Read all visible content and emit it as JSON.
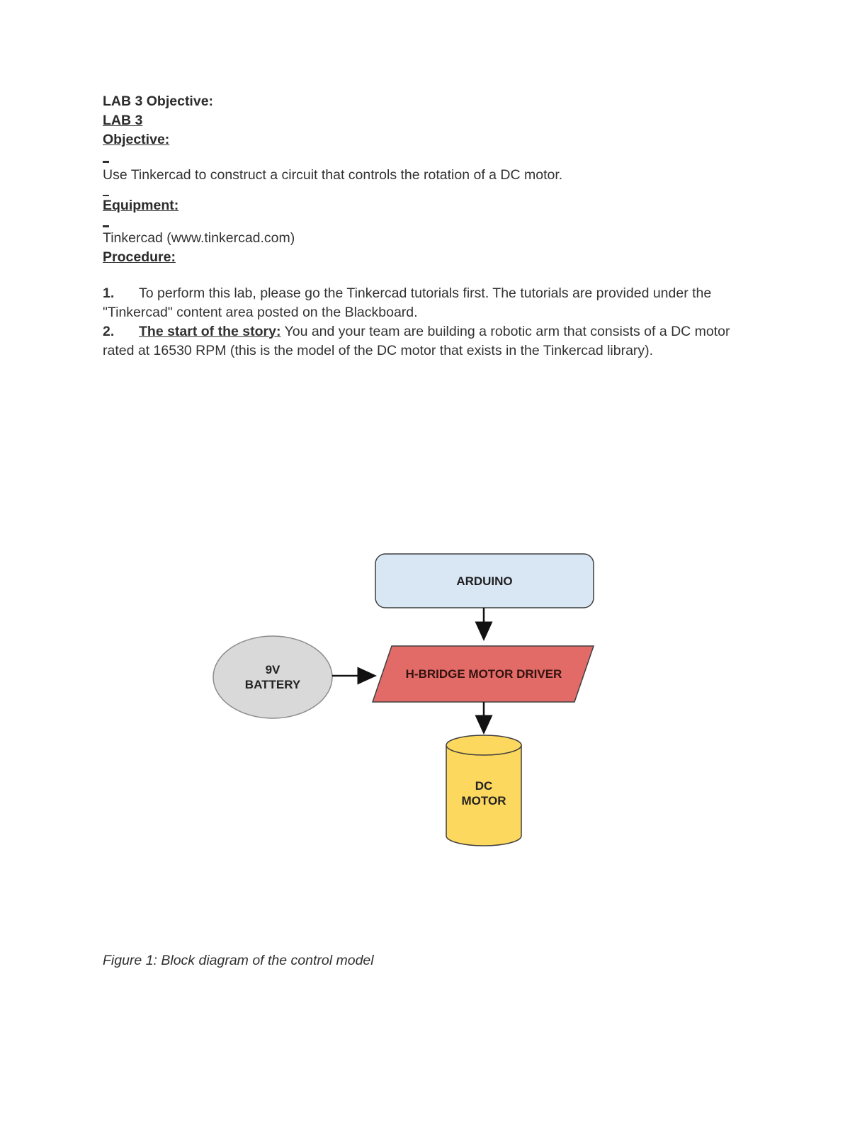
{
  "doc": {
    "title_line1": "LAB 3 Objective:",
    "title_line2": "LAB 3",
    "objective_heading": "Objective:",
    "objective_text": "Use Tinkercad to construct a circuit that controls the rotation of a DC motor.",
    "equipment_heading": "Equipment:",
    "equipment_text": "Tinkercad (www.tinkercad.com)",
    "procedure_heading": "Procedure:",
    "procedure": {
      "item1_number": "1.",
      "item1_text": "To perform this lab, please go the Tinkercad tutorials first. The tutorials are provided under the \"Tinkercad\" content area posted on the Blackboard.",
      "item2_number": "2.",
      "item2_lead": "The start of the story:",
      "item2_text": " You and your team are building a robotic arm that consists of a DC motor rated at 16530 RPM (this is the model of the DC motor that exists in the Tinkercad library)."
    },
    "caption": "Figure 1: Block diagram of the control model"
  },
  "diagram": {
    "arduino_label": "ARDUINO",
    "hbridge_label": "H-BRIDGE MOTOR DRIVER",
    "motor_label": "DC\nMOTOR",
    "battery_label": "9V\nBATTERY",
    "colors": {
      "arduino_fill": "#d9e7f5",
      "hbridge_fill": "#e26b68",
      "motor_fill": "#fdd85e",
      "battery_fill": "#d9d9d9",
      "outline": "#3f3f3f",
      "arrow": "#111111"
    }
  }
}
